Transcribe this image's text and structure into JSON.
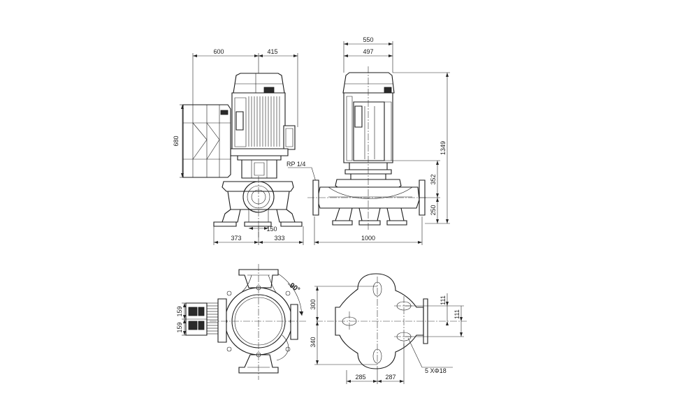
{
  "dimensions": {
    "front_motor_overhang": "600",
    "front_motor_width": "415",
    "front_terminal_box_height": "680",
    "front_foot_left": "373",
    "front_foot_right": "333",
    "front_small": "150",
    "thread_label": "RP 1/4",
    "side_motor_outer": "550",
    "side_motor_inner": "497",
    "side_total_height": "1349",
    "side_flange_height": "352",
    "side_shaft_height": "250",
    "side_port_to_port": "1000",
    "top_angle": "90°",
    "top_module_upper": "159",
    "top_module_lower": "159",
    "plan_upper": "300",
    "plan_lower": "340",
    "plan_right_upper": "111",
    "plan_right_lower": "111",
    "plan_left": "285",
    "plan_right": "287",
    "plan_holes": "5  XΦ18"
  }
}
